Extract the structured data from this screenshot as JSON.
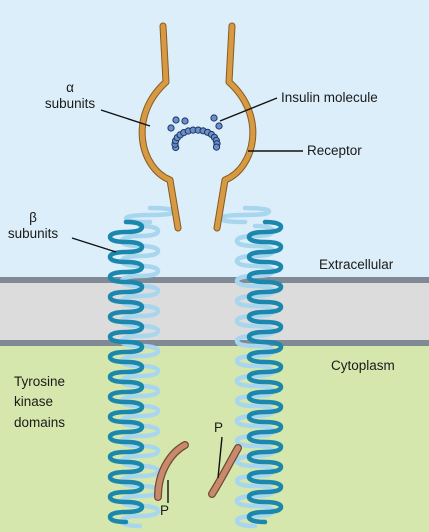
{
  "labels": {
    "alpha_symbol": "α",
    "alpha_text": "subunits",
    "beta_symbol": "β",
    "beta_text": "subunits",
    "insulin": "Insulin molecule",
    "receptor": "Receptor",
    "extracellular": "Extracellular",
    "cytoplasm": "Cytoplasm",
    "tyrosine_line1": "Tyrosine",
    "tyrosine_line2": "kinase",
    "tyrosine_line3": "domains",
    "phosphate_upper": "P",
    "phosphate_lower": "P"
  },
  "colors": {
    "extracellular_bg": "#dbeef9",
    "cytoplasm_bg": "#d6e7ad",
    "membrane": "#dcdcdc",
    "membrane_edge": "#7f8a95",
    "alpha_subunit": "#d69a45",
    "beta_front": "#1b87ad",
    "beta_back": "#a7d6ee",
    "insulin": "#6b8fc8",
    "phosphate_tag": "#c98a6b",
    "leader_line": "#111111"
  }
}
